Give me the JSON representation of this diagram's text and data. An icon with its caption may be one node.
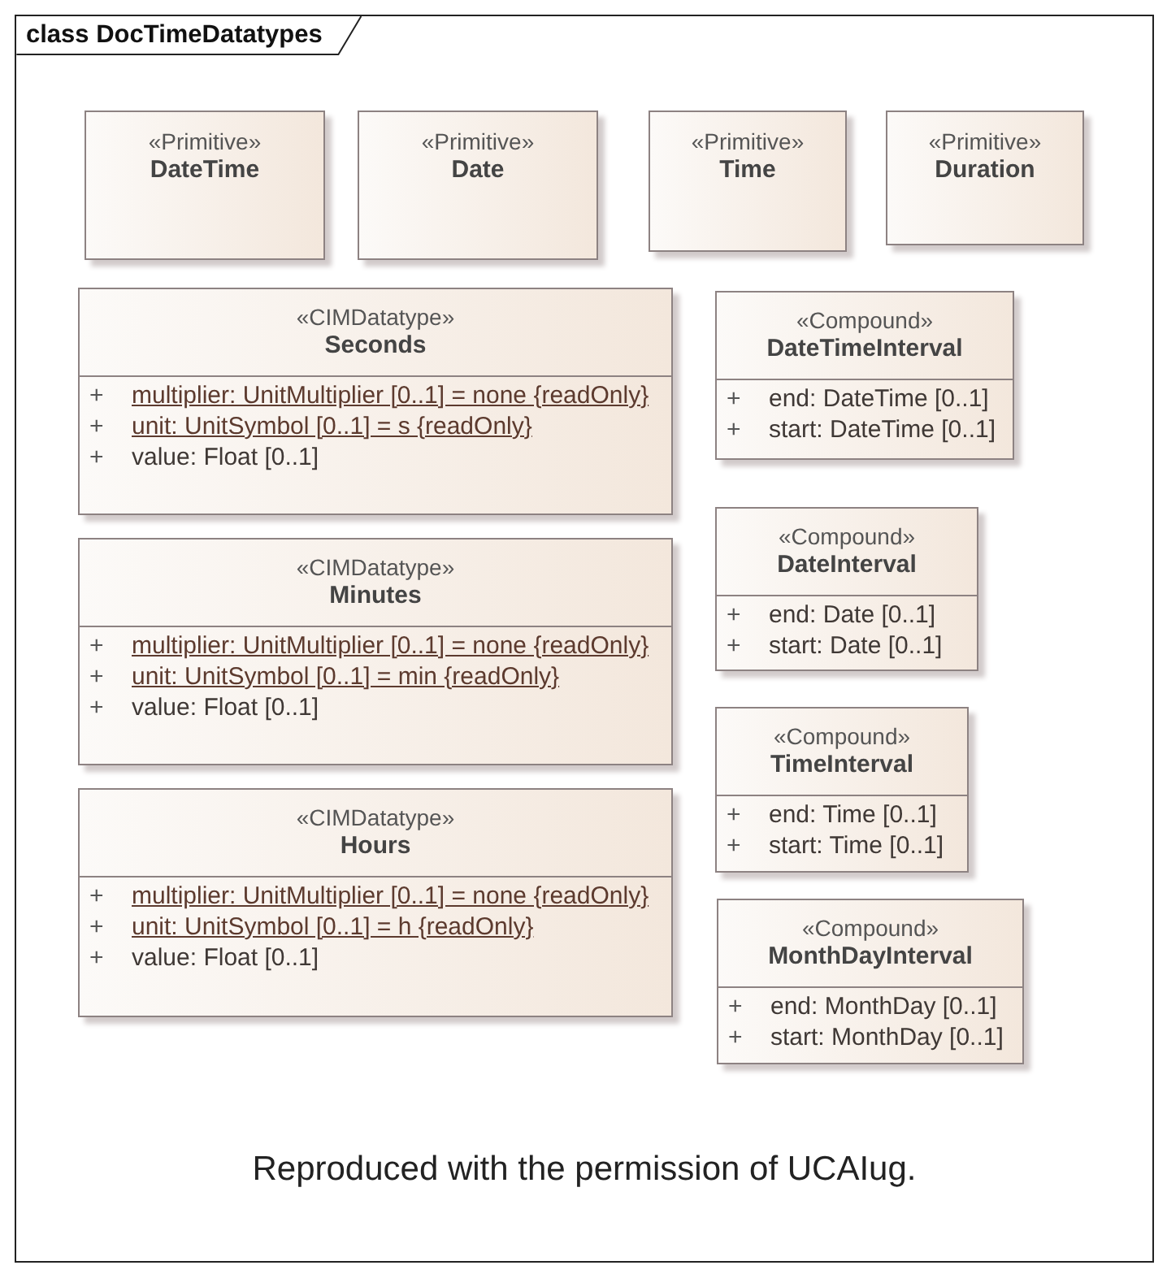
{
  "diagram": {
    "caption": "Reproduced with the permission of UCAIug.",
    "nodes": [
      {
        "text": [
          "class DocTimeDatatypes"
        ]
      },
      {
        "text": [
          "«Primitive»",
          "DateTime"
        ],
        "in": 0
      },
      {
        "text": [
          "«Primitive»",
          "Date"
        ],
        "in": 0
      },
      {
        "text": [
          "«Primitive»",
          "Time"
        ],
        "in": 0
      },
      {
        "text": [
          "«Primitive»",
          "Duration"
        ],
        "in": 0
      },
      {
        "text": [
          "«CIMDatatype»",
          "Seconds",
          "+",
          "multiplier: UnitMultiplier [0..1] = none {readOnly}",
          "+",
          "unit: UnitSymbol [0..1] = s {readOnly}",
          "+",
          "value: Float [0..1]"
        ],
        "in": 0
      },
      {
        "text": [
          "«CIMDatatype»",
          "Minutes",
          "+",
          "multiplier: UnitMultiplier [0..1] = none {readOnly}",
          "+",
          "unit: UnitSymbol [0..1] = min {readOnly}",
          "+",
          "value: Float [0..1]"
        ],
        "in": 0
      },
      {
        "text": [
          "«CIMDatatype»",
          "Hours",
          "+",
          "multiplier: UnitMultiplier [0..1] = none {readOnly}",
          "+",
          "unit: UnitSymbol [0..1] = h {readOnly}",
          "+",
          "value: Float [0..1]"
        ],
        "in": 0
      },
      {
        "text": [
          "«Compound»",
          "DateTimeInterval",
          "+",
          "end: DateTime [0..1]",
          "+",
          "start: DateTime [0..1]"
        ],
        "in": 0
      },
      {
        "text": [
          "«Compound»",
          "DateInterval",
          "+",
          "end: Date [0..1]",
          "+",
          "start: Date [0..1]"
        ],
        "in": 0
      },
      {
        "text": [
          "«Compound»",
          "TimeInterval",
          "+",
          "end: Time [0..1]",
          "+",
          "start: Time [0..1]"
        ],
        "in": 0
      },
      {
        "text": [
          "«Compound»",
          "MonthDayInterval",
          "+",
          "end: MonthDay [0..1]",
          "+",
          "start: MonthDay [0..1]"
        ],
        "in": 0
      }
    ]
  }
}
